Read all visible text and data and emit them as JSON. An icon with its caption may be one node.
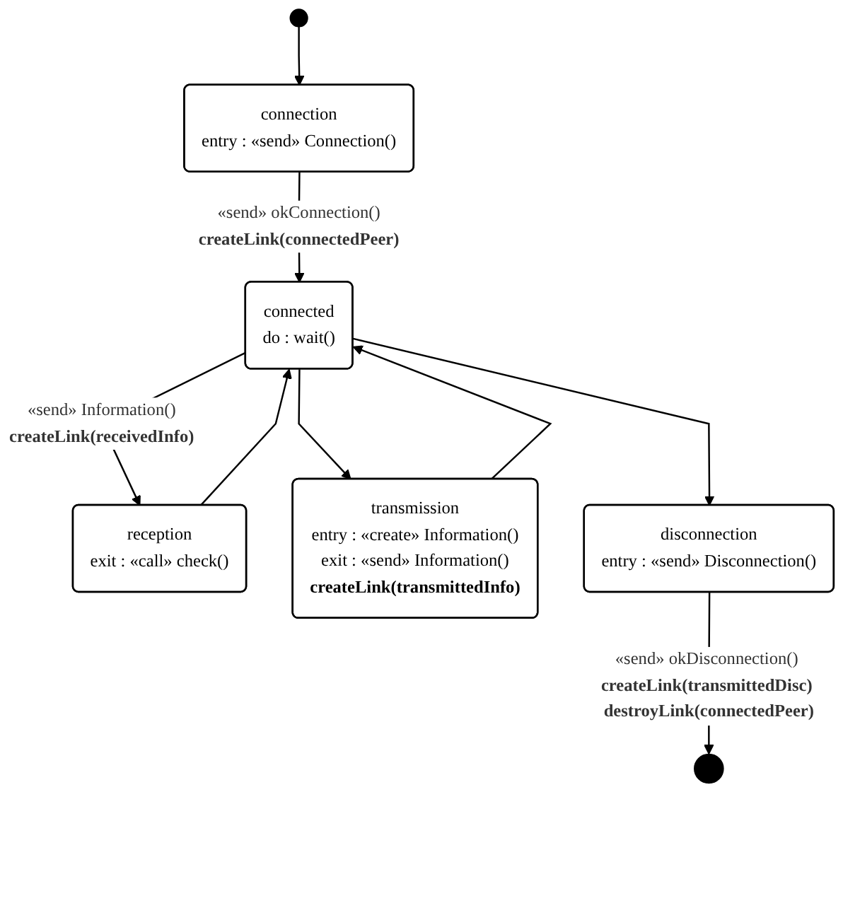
{
  "diagram": {
    "nodes": [
      {
        "text": [],
        "shape": "circle"
      },
      {
        "text": [
          "connection",
          "entry : «send» Connection()"
        ]
      },
      {
        "text": [
          "reception",
          "exit : «call» check()"
        ]
      },
      {
        "text": [
          "connected",
          "do : wait()"
        ]
      },
      {
        "text": [
          "transmission",
          "entry : «create» Information()",
          "exit : «send» Information()",
          "**createLink(transmittedInfo)**"
        ]
      },
      {
        "text": [
          "disconnection",
          "entry : «send» Disconnection()"
        ]
      },
      {
        "text": [],
        "shape": "circle"
      }
    ],
    "edges": [
      {
        "from": 0,
        "to": 1,
        "arrow": "to"
      },
      {
        "from": 1,
        "to": 3,
        "arrow": "to",
        "label": "«send» okConnection() **createLink(connectedPeer)**"
      },
      {
        "from": 2,
        "to": 3,
        "arrow": "to"
      },
      {
        "from": 3,
        "to": 2,
        "arrow": "to",
        "label": "«send» Information() **createLink(receivedInfo)**"
      },
      {
        "from": 3,
        "to": 4,
        "arrow": "to"
      },
      {
        "from": 4,
        "to": 3,
        "arrow": "to"
      },
      {
        "from": 3,
        "to": 5,
        "arrow": "to"
      },
      {
        "from": 5,
        "to": 6,
        "arrow": "to",
        "label": "«send» okDisconnection() **createLink(transmittedDisc) destroyLink(connectedPeer)**"
      }
    ]
  }
}
